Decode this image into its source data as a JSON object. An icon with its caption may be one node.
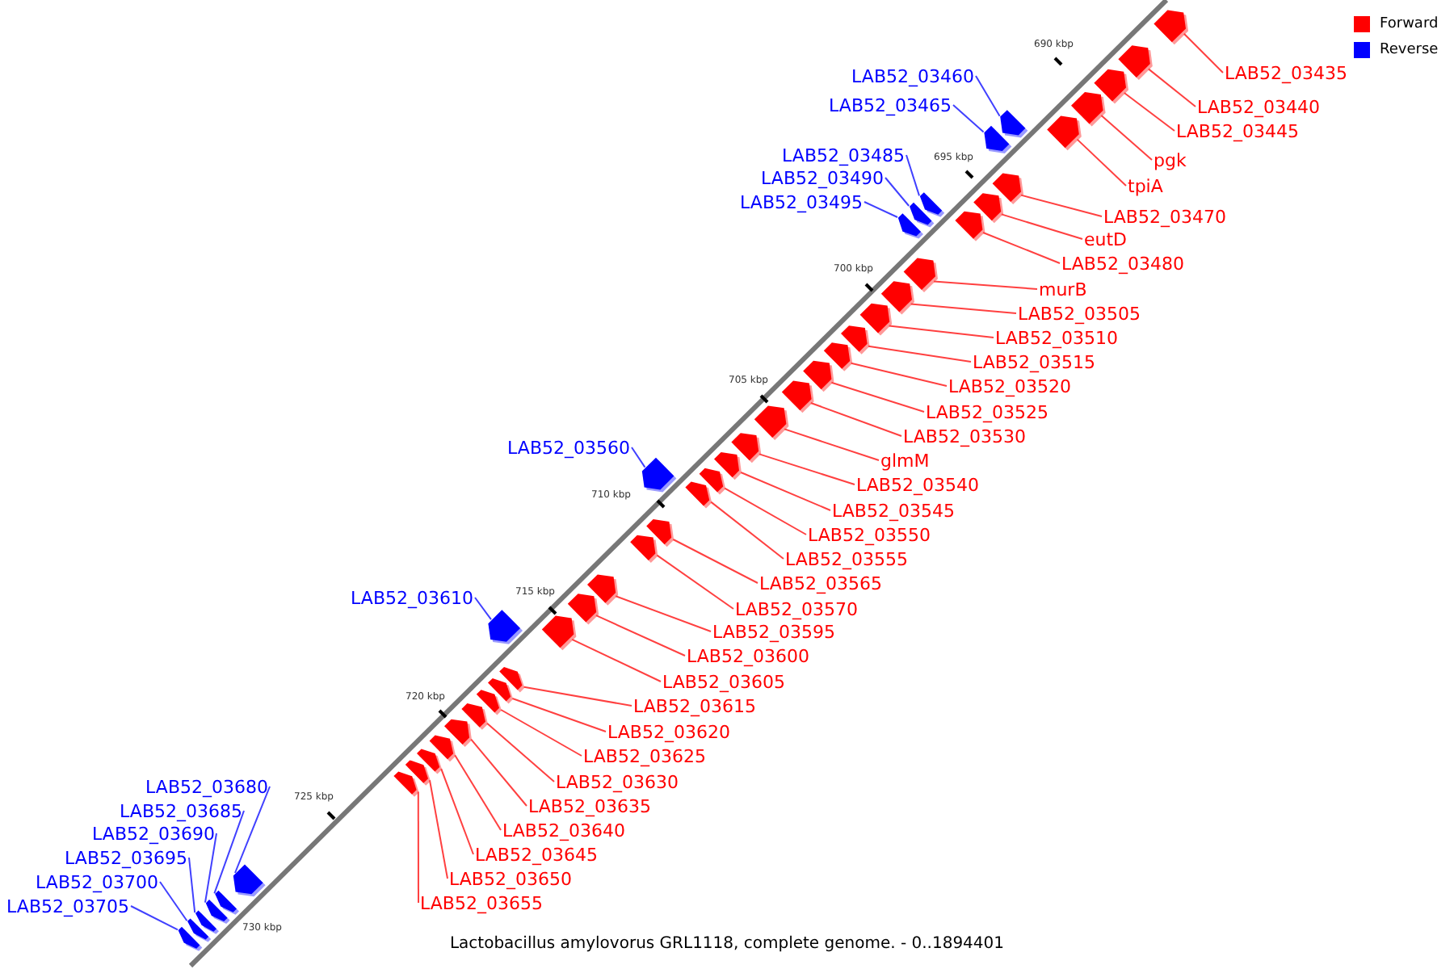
{
  "diagram": {
    "caption": "Lactobacillus amylovorus GRL1118, complete genome. - 0..1894401",
    "nodes": [
      {
        "text": [
          "LAB52_03435"
        ]
      },
      {
        "text": [
          "LAB52_03440"
        ]
      },
      {
        "text": [
          "LAB52_03445"
        ]
      },
      {
        "text": [
          "pgk"
        ]
      },
      {
        "text": [
          "tpiA"
        ]
      },
      {
        "text": [
          "LAB52_03470"
        ]
      },
      {
        "text": [
          "eutD"
        ]
      },
      {
        "text": [
          "LAB52_03480"
        ]
      },
      {
        "text": [
          "murB"
        ]
      },
      {
        "text": [
          "LAB52_03505"
        ]
      },
      {
        "text": [
          "LAB52_03510"
        ]
      },
      {
        "text": [
          "LAB52_03515"
        ]
      },
      {
        "text": [
          "LAB52_03520"
        ]
      },
      {
        "text": [
          "LAB52_03525"
        ]
      },
      {
        "text": [
          "LAB52_03530"
        ]
      },
      {
        "text": [
          "glmM"
        ]
      },
      {
        "text": [
          "LAB52_03540"
        ]
      },
      {
        "text": [
          "LAB52_03545"
        ]
      },
      {
        "text": [
          "LAB52_03550"
        ]
      },
      {
        "text": [
          "LAB52_03555"
        ]
      },
      {
        "text": [
          "LAB52_03565"
        ]
      },
      {
        "text": [
          "LAB52_03570"
        ]
      },
      {
        "text": [
          "LAB52_03595"
        ]
      },
      {
        "text": [
          "LAB52_03600"
        ]
      },
      {
        "text": [
          "LAB52_03605"
        ]
      },
      {
        "text": [
          "LAB52_03615"
        ]
      },
      {
        "text": [
          "LAB52_03620"
        ]
      },
      {
        "text": [
          "LAB52_03625"
        ]
      },
      {
        "text": [
          "LAB52_03630"
        ]
      },
      {
        "text": [
          "LAB52_03635"
        ]
      },
      {
        "text": [
          "LAB52_03640"
        ]
      },
      {
        "text": [
          "LAB52_03645"
        ]
      },
      {
        "text": [
          "LAB52_03650"
        ]
      },
      {
        "text": [
          "LAB52_03655"
        ]
      },
      {
        "text": [
          "LAB52_03460"
        ]
      },
      {
        "text": [
          "LAB52_03465"
        ]
      },
      {
        "text": [
          "LAB52_03485"
        ]
      },
      {
        "text": [
          "LAB52_03490"
        ]
      },
      {
        "text": [
          "LAB52_03495"
        ]
      },
      {
        "text": [
          "LAB52_03560"
        ]
      },
      {
        "text": [
          "LAB52_03610"
        ]
      },
      {
        "text": [
          "LAB52_03680"
        ]
      },
      {
        "text": [
          "LAB52_03685"
        ]
      },
      {
        "text": [
          "LAB52_03690"
        ]
      },
      {
        "text": [
          "LAB52_03695"
        ]
      },
      {
        "text": [
          "LAB52_03700"
        ]
      },
      {
        "text": [
          "LAB52_03705"
        ]
      },
      {
        "text": [],
        "shape": "arrow"
      },
      {
        "text": [],
        "shape": "arrow"
      },
      {
        "text": [],
        "shape": "arrow"
      },
      {
        "text": [],
        "shape": "arrow"
      },
      {
        "text": [],
        "shape": "arrow"
      },
      {
        "text": [],
        "shape": "arrow"
      },
      {
        "text": [],
        "shape": "arrow"
      },
      {
        "text": [],
        "shape": "arrow"
      },
      {
        "text": [],
        "shape": "arrow"
      },
      {
        "text": [],
        "shape": "arrow"
      },
      {
        "text": [],
        "shape": "arrow"
      },
      {
        "text": [],
        "shape": "arrow"
      },
      {
        "text": [],
        "shape": "arrow"
      },
      {
        "text": [],
        "shape": "arrow"
      },
      {
        "text": [],
        "shape": "arrow"
      },
      {
        "text": [],
        "shape": "arrow"
      },
      {
        "text": [],
        "shape": "arrow"
      },
      {
        "text": [],
        "shape": "arrow"
      },
      {
        "text": [],
        "shape": "arrow"
      },
      {
        "text": [],
        "shape": "arrow"
      },
      {
        "text": [],
        "shape": "arrow"
      },
      {
        "text": [],
        "shape": "arrow"
      },
      {
        "text": [],
        "shape": "arrow"
      },
      {
        "text": [],
        "shape": "arrow"
      },
      {
        "text": [],
        "shape": "arrow"
      },
      {
        "text": [],
        "shape": "arrow"
      },
      {
        "text": [],
        "shape": "arrow"
      },
      {
        "text": [],
        "shape": "arrow"
      },
      {
        "text": [],
        "shape": "arrow"
      },
      {
        "text": [],
        "shape": "arrow"
      },
      {
        "text": [],
        "shape": "arrow"
      },
      {
        "text": [],
        "shape": "arrow"
      },
      {
        "text": [],
        "shape": "arrow"
      },
      {
        "text": [],
        "shape": "arrow"
      },
      {
        "text": [],
        "shape": "arrow"
      },
      {
        "text": [],
        "shape": "arrow"
      },
      {
        "text": [],
        "shape": "arrow"
      },
      {
        "text": [],
        "shape": "arrow"
      },
      {
        "text": [],
        "shape": "arrow"
      },
      {
        "text": [],
        "shape": "arrow"
      },
      {
        "text": [],
        "shape": "arrow"
      },
      {
        "text": [],
        "shape": "arrow"
      },
      {
        "text": [],
        "shape": "arrow"
      },
      {
        "text": [],
        "shape": "arrow"
      },
      {
        "text": [],
        "shape": "arrow"
      },
      {
        "text": [],
        "shape": "arrow"
      },
      {
        "text": [],
        "shape": "arrow"
      }
    ],
    "edges": [
      {
        "from": 0,
        "to": 47,
        "arrow": "none"
      },
      {
        "from": 1,
        "to": 48,
        "arrow": "none"
      },
      {
        "from": 2,
        "to": 49,
        "arrow": "none"
      },
      {
        "from": 3,
        "to": 50,
        "arrow": "none"
      },
      {
        "from": 4,
        "to": 51,
        "arrow": "none"
      },
      {
        "from": 5,
        "to": 52,
        "arrow": "none"
      },
      {
        "from": 6,
        "to": 53,
        "arrow": "none"
      },
      {
        "from": 7,
        "to": 54,
        "arrow": "none"
      },
      {
        "from": 8,
        "to": 55,
        "arrow": "none"
      },
      {
        "from": 9,
        "to": 56,
        "arrow": "none"
      },
      {
        "from": 10,
        "to": 57,
        "arrow": "none"
      },
      {
        "from": 11,
        "to": 58,
        "arrow": "none"
      },
      {
        "from": 12,
        "to": 59,
        "arrow": "none"
      },
      {
        "from": 13,
        "to": 60,
        "arrow": "none"
      },
      {
        "from": 14,
        "to": 61,
        "arrow": "none"
      },
      {
        "from": 15,
        "to": 62,
        "arrow": "none"
      },
      {
        "from": 16,
        "to": 63,
        "arrow": "none"
      },
      {
        "from": 17,
        "to": 64,
        "arrow": "none"
      },
      {
        "from": 18,
        "to": 65,
        "arrow": "none"
      },
      {
        "from": 19,
        "to": 66,
        "arrow": "none"
      },
      {
        "from": 20,
        "to": 67,
        "arrow": "none"
      },
      {
        "from": 21,
        "to": 68,
        "arrow": "none"
      },
      {
        "from": 22,
        "to": 69,
        "arrow": "none"
      },
      {
        "from": 23,
        "to": 70,
        "arrow": "none"
      },
      {
        "from": 24,
        "to": 71,
        "arrow": "none"
      },
      {
        "from": 25,
        "to": 72,
        "arrow": "none"
      },
      {
        "from": 26,
        "to": 73,
        "arrow": "none"
      },
      {
        "from": 27,
        "to": 74,
        "arrow": "none"
      },
      {
        "from": 28,
        "to": 75,
        "arrow": "none"
      },
      {
        "from": 29,
        "to": 76,
        "arrow": "none"
      },
      {
        "from": 30,
        "to": 77,
        "arrow": "none"
      },
      {
        "from": 31,
        "to": 78,
        "arrow": "none"
      },
      {
        "from": 32,
        "to": 79,
        "arrow": "none"
      },
      {
        "from": 33,
        "to": 80,
        "arrow": "none"
      },
      {
        "from": 34,
        "to": 81,
        "arrow": "none",
        "color": "#4040ff"
      },
      {
        "from": 35,
        "to": 82,
        "arrow": "none",
        "color": "#4040ff"
      },
      {
        "from": 36,
        "to": 83,
        "arrow": "none",
        "color": "#4040ff"
      },
      {
        "from": 37,
        "to": 84,
        "arrow": "none",
        "color": "#4040ff"
      },
      {
        "from": 38,
        "to": 85,
        "arrow": "none",
        "color": "#4040ff"
      },
      {
        "from": 39,
        "to": 86,
        "arrow": "none",
        "color": "#4040ff"
      },
      {
        "from": 40,
        "to": 87,
        "arrow": "none",
        "color": "#4040ff"
      },
      {
        "from": 41,
        "to": 88,
        "arrow": "none",
        "color": "#4040ff"
      },
      {
        "from": 42,
        "to": 89,
        "arrow": "none",
        "color": "#4040ff"
      },
      {
        "from": 43,
        "to": 90,
        "arrow": "none",
        "color": "#4040ff"
      },
      {
        "from": 44,
        "to": 91,
        "arrow": "none",
        "color": "#4040ff"
      },
      {
        "from": 45,
        "to": 92,
        "arrow": "none",
        "color": "#4040ff"
      },
      {
        "from": 46,
        "to": 93,
        "arrow": "none",
        "color": "#4040ff"
      }
    ],
    "labels": [
      "690 kbp",
      "695 kbp",
      "700 kbp",
      "705 kbp",
      "710 kbp",
      "715 kbp",
      "720 kbp",
      "725 kbp",
      "730 kbp"
    ],
    "legend": [
      {
        "text": "Forward",
        "color": "#ff0000"
      },
      {
        "text": "Reverse",
        "color": "#0000ff"
      }
    ]
  }
}
